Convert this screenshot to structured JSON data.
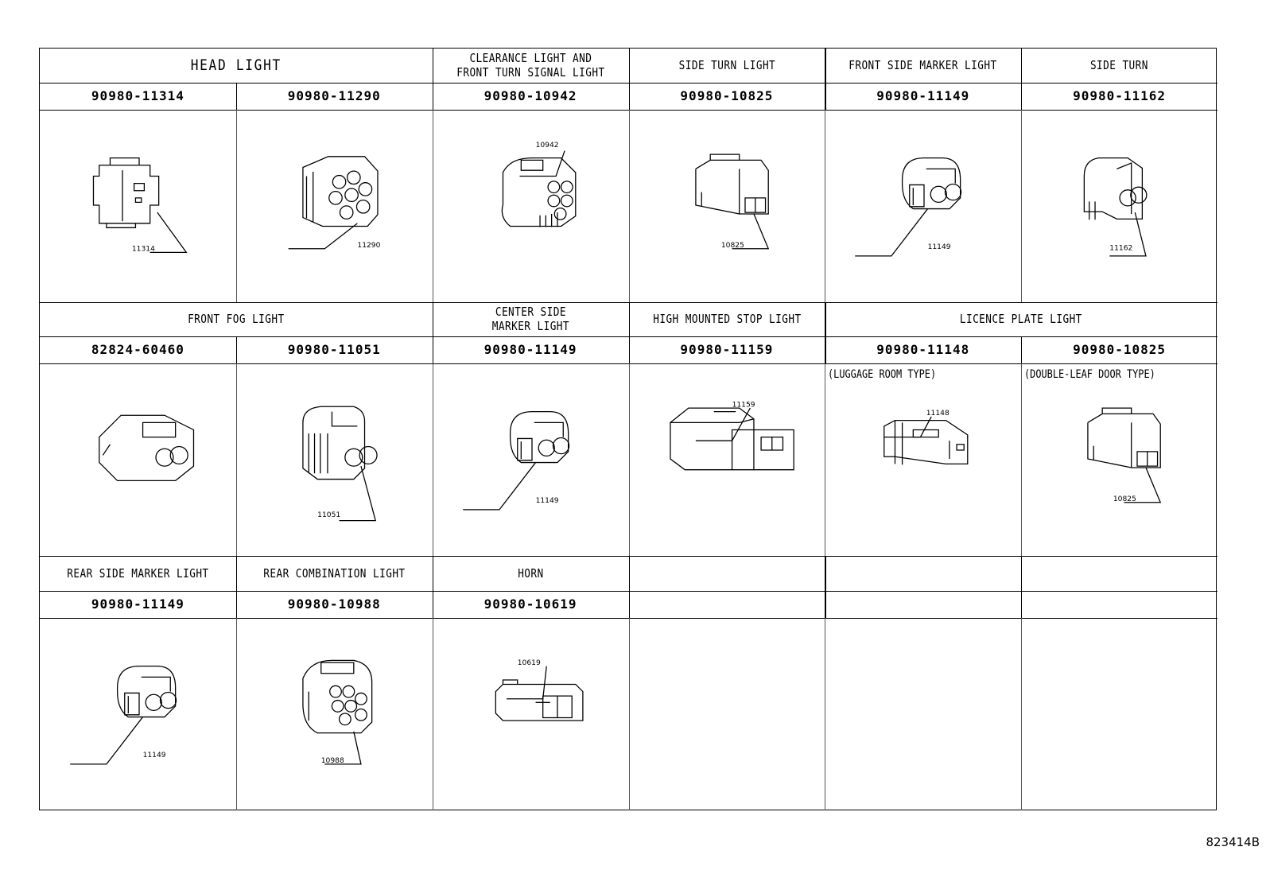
{
  "figure_code": "823414B",
  "rows": [
    {
      "groups": [
        {
          "title": "HEAD LIGHT",
          "span": 2,
          "big": true
        },
        {
          "title": "CLEARANCE LIGHT AND\nFRONT TURN SIGNAL LIGHT",
          "span": 1
        },
        {
          "title": "SIDE TURN LIGHT",
          "span": 1
        },
        {
          "title": "FRONT SIDE MARKER LIGHT",
          "span": 1
        },
        {
          "title": "SIDE TURN",
          "span": 1
        }
      ],
      "cells": [
        {
          "part_number": "90980-11314",
          "callout": "11314",
          "shape": "box-clip"
        },
        {
          "part_number": "90980-11290",
          "callout": "11290",
          "shape": "multi-round"
        },
        {
          "part_number": "90980-10942",
          "callout": "10942",
          "shape": "six-pin"
        },
        {
          "part_number": "90980-10825",
          "callout": "10825",
          "shape": "flat-two"
        },
        {
          "part_number": "90980-11149",
          "callout": "11149",
          "shape": "two-round"
        },
        {
          "part_number": "90980-11162",
          "callout": "11162",
          "shape": "two-round-small"
        }
      ]
    },
    {
      "groups": [
        {
          "title": "FRONT FOG LIGHT",
          "span": 2
        },
        {
          "title": "CENTER SIDE\n MARKER LIGHT",
          "span": 1
        },
        {
          "title": "HIGH MOUNTED STOP LIGHT",
          "span": 1
        },
        {
          "title": "LICENCE PLATE LIGHT",
          "span": 2
        }
      ],
      "cells": [
        {
          "part_number": "82824-60460",
          "callout": "",
          "shape": "fog"
        },
        {
          "part_number": "90980-11051",
          "callout": "11051",
          "shape": "two-round-tall"
        },
        {
          "part_number": "90980-11149",
          "callout": "11149",
          "shape": "two-round"
        },
        {
          "part_number": "90980-11159",
          "callout": "11159",
          "shape": "long-box"
        },
        {
          "part_number": "90980-11148",
          "callout": "11148",
          "shape": "slim",
          "variant": "(LUGGAGE ROOM TYPE)"
        },
        {
          "part_number": "90980-10825",
          "callout": "10825",
          "shape": "flat-two",
          "variant": "(DOUBLE-LEAF DOOR TYPE)"
        }
      ]
    },
    {
      "groups": [
        {
          "title": "REAR SIDE MARKER LIGHT",
          "span": 1
        },
        {
          "title": "REAR COMBINATION LIGHT",
          "span": 1
        },
        {
          "title": "HORN",
          "span": 1
        },
        {
          "title": "",
          "span": 1
        },
        {
          "title": "",
          "span": 1
        },
        {
          "title": "",
          "span": 1
        }
      ],
      "cells": [
        {
          "part_number": "90980-11149",
          "callout": "11149",
          "shape": "two-round"
        },
        {
          "part_number": "90980-10988",
          "callout": "10988",
          "shape": "multi-round-b"
        },
        {
          "part_number": "90980-10619",
          "callout": "10619",
          "shape": "horn"
        },
        {
          "part_number": "",
          "callout": "",
          "shape": ""
        },
        {
          "part_number": "",
          "callout": "",
          "shape": ""
        },
        {
          "part_number": "",
          "callout": "",
          "shape": ""
        }
      ]
    }
  ]
}
